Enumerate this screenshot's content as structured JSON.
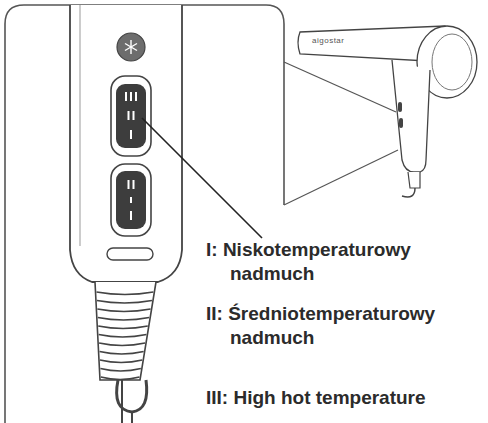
{
  "diagram": {
    "labels": [
      "aigostar",
      "I: Niskotemperaturowy nadmuch",
      "II: Średniotemperaturowy nadmuch",
      "III: High hot temperature"
    ]
  }
}
